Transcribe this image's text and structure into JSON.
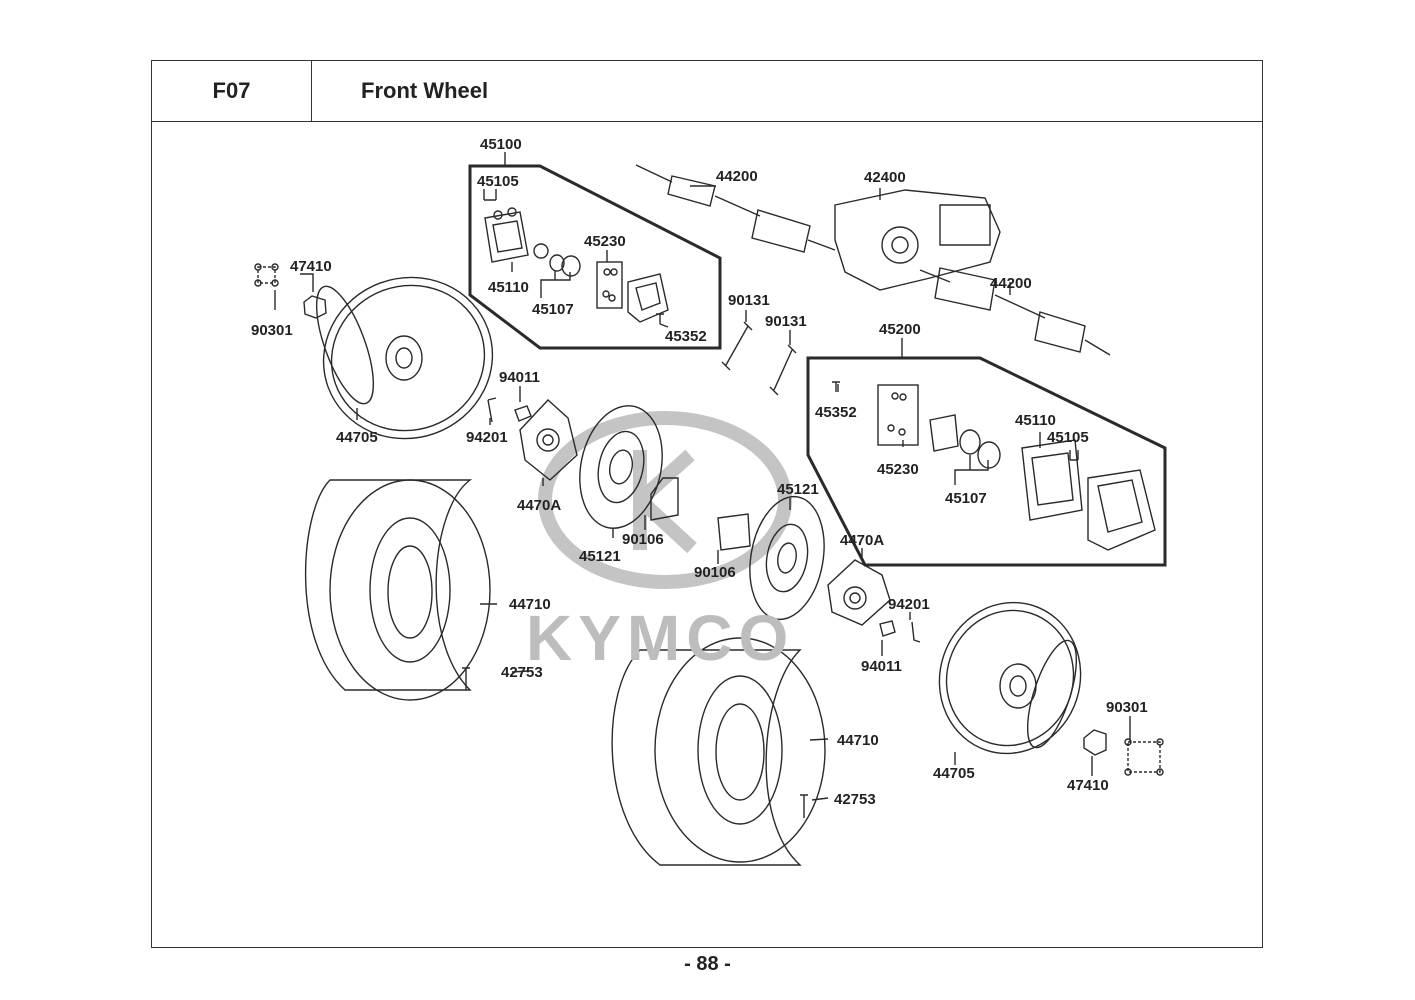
{
  "header": {
    "section_code": "F07",
    "title": "Front Wheel"
  },
  "watermark": {
    "brand": "KYMCO"
  },
  "footer": {
    "page_number": "- 88 -"
  },
  "kits": {
    "left_kit": "45100",
    "right_kit": "45200"
  },
  "parts": {
    "p45105a": "45105",
    "p45230a": "45230",
    "p45110a": "45110",
    "p45107a": "45107",
    "p45352a": "45352",
    "p44200a": "44200",
    "p42400": "42400",
    "p44200b": "44200",
    "p90131a": "90131",
    "p90131b": "90131",
    "p47410a": "47410",
    "p90301a": "90301",
    "p44705a": "44705",
    "p94011a": "94011",
    "p94201a": "94201",
    "p4470Aa": "4470A",
    "p45121a": "45121",
    "p90106a": "90106",
    "p45352b": "45352",
    "p45230b": "45230",
    "p45110b": "45110",
    "p45105b": "45105",
    "p45107b": "45107",
    "p45121b": "45121",
    "p90106b": "90106",
    "p4470Ab": "4470A",
    "p94201b": "94201",
    "p94011b": "94011",
    "p44710a": "44710",
    "p42753a": "42753",
    "p44710b": "44710",
    "p42753b": "42753",
    "p44705b": "44705",
    "p90301b": "90301",
    "p47410b": "47410"
  },
  "colors": {
    "line": "#2a2a2a",
    "watermark": "#bdbdbd"
  }
}
